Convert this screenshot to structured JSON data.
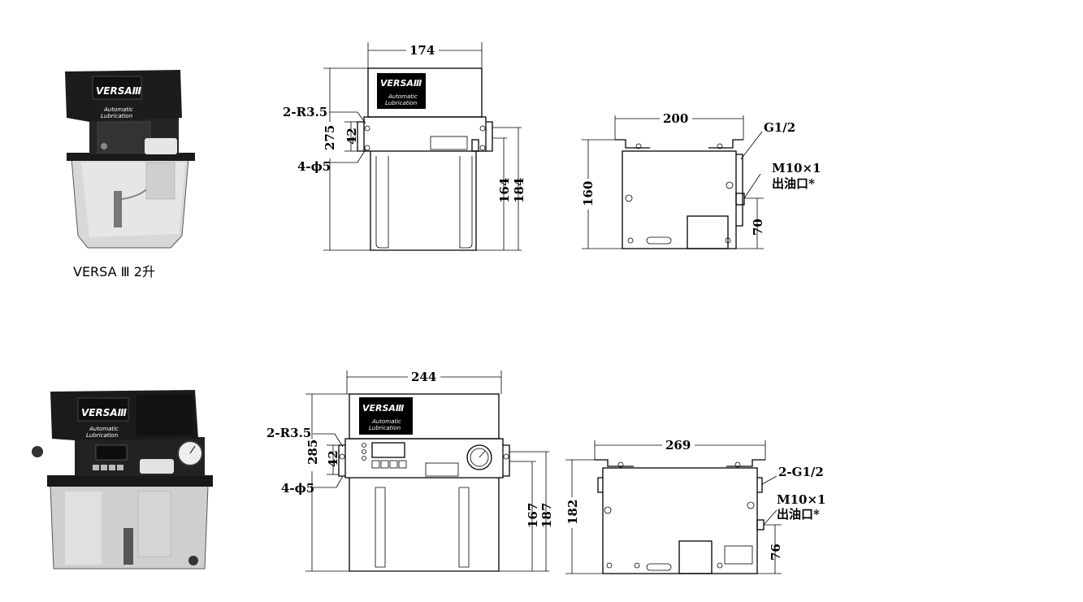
{
  "product1": {
    "caption": "VERSA Ⅲ  2升",
    "photo_logo": "VERSAⅢ",
    "photo_sub1": "Automatic",
    "photo_sub2": "Lubrication",
    "front": {
      "width": "174",
      "height": "275",
      "r_label": "2-R3.5",
      "hole_label": "4-ϕ5",
      "hole_spacing": "42",
      "h1": "164",
      "h2": "184",
      "logo": "VERSAⅢ",
      "sub1": "Automatic",
      "sub2": "Lubrication"
    },
    "side": {
      "width": "200",
      "height": "160",
      "port": "G1/2",
      "outlet1": "M10×1",
      "outlet2": "出油口*",
      "offset": "70"
    }
  },
  "product2": {
    "photo_logo": "VERSAⅢ",
    "photo_sub1": "Automatic",
    "photo_sub2": "Lubrication",
    "front": {
      "width": "244",
      "height": "285",
      "r_label": "2-R3.5",
      "hole_label": "4-ϕ5",
      "hole_spacing": "42",
      "h1": "167",
      "h2": "187",
      "logo": "VERSAⅢ",
      "sub1": "Automatic",
      "sub2": "Lubrication"
    },
    "side": {
      "width": "269",
      "height": "182",
      "port": "2-G1/2",
      "outlet1": "M10×1",
      "outlet2": "出油口*",
      "offset": "76"
    }
  }
}
